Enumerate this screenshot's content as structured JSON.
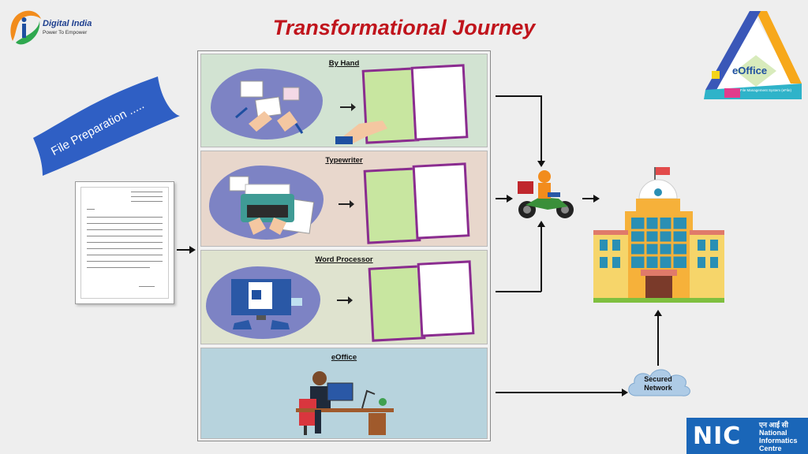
{
  "title": "Transformational Journey",
  "logo_left": {
    "name": "Digital India",
    "tagline": "Power To Empower"
  },
  "banner": {
    "text": "File Preparation ....."
  },
  "panels": [
    {
      "title": "By Hand"
    },
    {
      "title": "Typewriter"
    },
    {
      "title": "Word Processor"
    },
    {
      "title": "eOffice"
    }
  ],
  "network": {
    "label_line1": "Secured",
    "label_line2": "Network"
  },
  "eoffice_logo": {
    "name": "eOffice",
    "tag": "File Management System (eFile)"
  },
  "nic": {
    "logo": "NIC",
    "hindi": "एन आई सी",
    "line1": "National",
    "line2": "Informatics",
    "line3": "Centre"
  },
  "colors": {
    "title": "#c0141c",
    "banner": "#2f5fc4",
    "book_border": "#8a2c8f",
    "nic_blue": "#1a66b8"
  }
}
